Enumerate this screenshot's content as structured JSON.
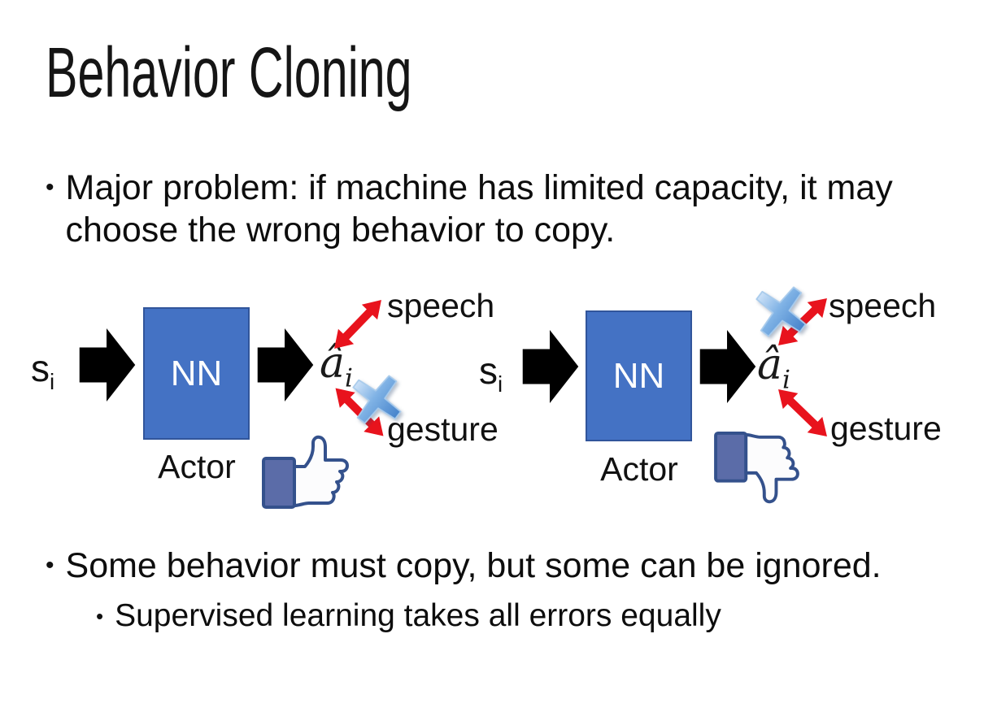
{
  "title": "Behavior Cloning",
  "bullets": {
    "major_problem": "Major problem: if machine has limited capacity, it may choose the wrong behavior to copy.",
    "some_behavior": "Some behavior must copy, but some can be ignored.",
    "supervised": "Supervised learning takes all errors equally"
  },
  "diagrams": [
    {
      "input": {
        "base": "s",
        "sub": "i"
      },
      "nn_label": "NN",
      "actor_label": "Actor",
      "output": {
        "base": "â",
        "sub": "i"
      },
      "branch_top": {
        "label": "speech",
        "crossed": false
      },
      "branch_bottom": {
        "label": "gesture",
        "crossed": true
      },
      "feedback_icon": "thumbs-up-icon"
    },
    {
      "input": {
        "base": "s",
        "sub": "i"
      },
      "nn_label": "NN",
      "actor_label": "Actor",
      "output": {
        "base": "â",
        "sub": "i"
      },
      "branch_top": {
        "label": "speech",
        "crossed": true
      },
      "branch_bottom": {
        "label": "gesture",
        "crossed": false
      },
      "feedback_icon": "thumbs-down-icon"
    }
  ],
  "icons": {
    "block_arrow": "black-block-arrow-icon",
    "double_arrow": "red-double-arrow-icon",
    "cross": "blue-cross-icon"
  },
  "colors": {
    "nn_box_fill": "#4472C4",
    "nn_box_border": "#31559B",
    "block_arrow": "#000000",
    "double_arrow_red": "#E8131D",
    "cross_blue": "#3E7CC7",
    "thumb_outline": "#34518C",
    "thumb_cuff": "#5B6CA8",
    "text": "#111111",
    "background": "#FFFFFF"
  }
}
